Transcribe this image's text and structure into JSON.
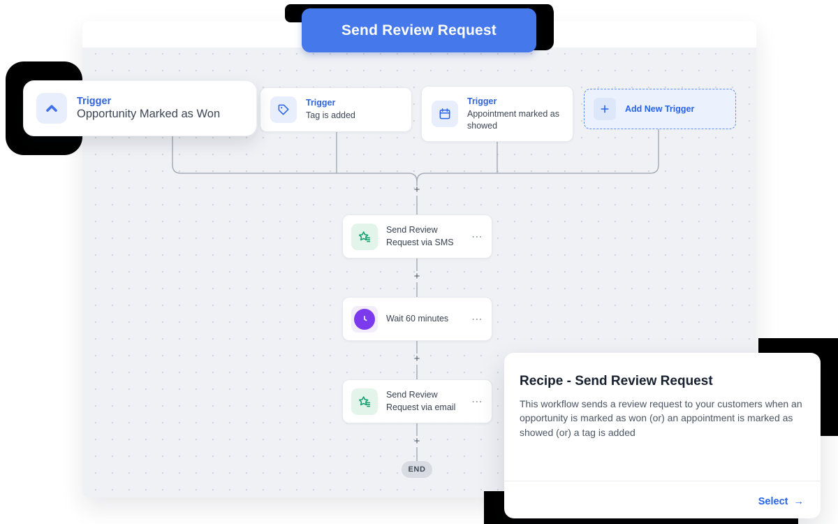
{
  "banner": {
    "title": "Send Review Request"
  },
  "triggers": [
    {
      "label": "Trigger",
      "name": "Opportunity Marked as Won"
    },
    {
      "label": "Trigger",
      "name": "Tag is added"
    },
    {
      "label": "Trigger",
      "name": "Appointment marked as showed"
    }
  ],
  "add_trigger": {
    "label": "Add New Trigger"
  },
  "actions": [
    {
      "title": "Send Review Request via SMS",
      "menu_glyph": "⋯"
    },
    {
      "title": "Wait 60 minutes",
      "menu_glyph": "⋯"
    },
    {
      "title": "Send Review Request via email",
      "menu_glyph": "⋯"
    }
  ],
  "connector": {
    "plus_glyph": "+"
  },
  "end_label": "END",
  "recipe": {
    "title": "Recipe - Send Review Request",
    "description": "This workflow sends a review request to your customers when an opportunity is marked as won (or) an appointment is marked as showed (or) a tag is added",
    "select_label": "Select",
    "arrow_glyph": "→"
  },
  "colors": {
    "accent_blue": "#4478EB",
    "link_blue": "#2563EB",
    "trigger_label_blue": "#2F63DE",
    "action_green": "#0E9F6E",
    "wait_purple": "#7C3AED",
    "canvas_bg": "#EFF1F5",
    "connector_gray": "#A6ADB8",
    "shadow_black": "#000000"
  }
}
